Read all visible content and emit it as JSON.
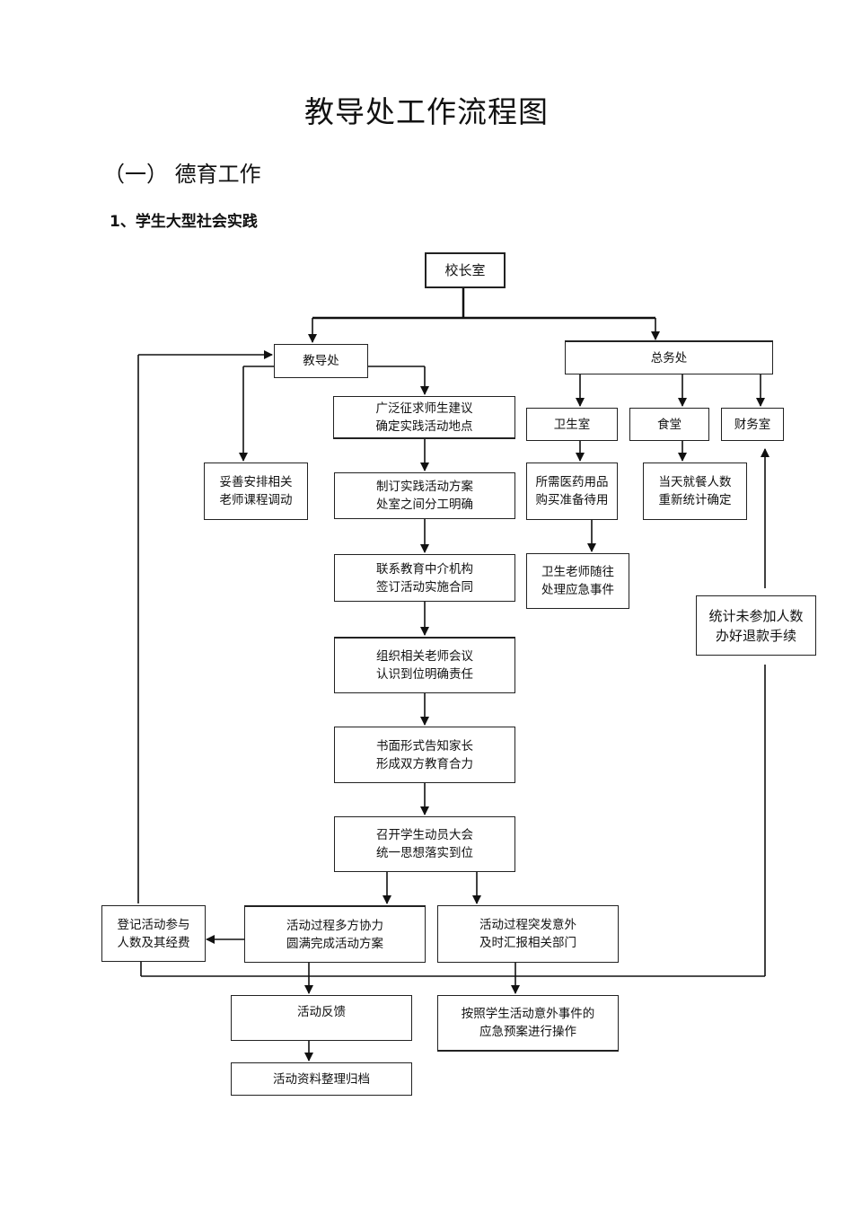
{
  "title": "教导处工作流程图",
  "section": "（一） 德育工作",
  "subsection": "1、学生大型社会实践",
  "nodes": {
    "principal": "校长室",
    "academic_affairs": "教导处",
    "general_affairs": "总务处",
    "collect_suggestions": "广泛征求师生建议\n确定实践活动地点",
    "arrange_teachers": "妥善安排相关\n老师课程调动",
    "clinic": "卫生室",
    "canteen": "食堂",
    "finance": "财务室",
    "make_plan": "制订实践活动方案\n处室之间分工明确",
    "buy_medicine": "所需医药用品\n购买准备待用",
    "count_meals": "当天就餐人数\n重新统计确定",
    "contact_agency": "联系教育中介机构\n签订活动实施合同",
    "clinic_teacher": "卫生老师随往\n处理应急事件",
    "refund": "统计未参加人数\n办好退款手续",
    "teacher_meeting": "组织相关老师会议\n认识到位明确责任",
    "notify_parents": "书面形式告知家长\n形成双方教育合力",
    "student_assembly": "召开学生动员大会\n统一思想落实到位",
    "register": "登记活动参与\n人数及其经费",
    "cooperate": "活动过程多方协力\n圆满完成活动方案",
    "emergency_report": "活动过程突发意外\n及时汇报相关部门",
    "feedback": "活动反馈",
    "emergency_plan": "按照学生活动意外事件的\n应急预案进行操作",
    "archive": "活动资料整理归档"
  }
}
